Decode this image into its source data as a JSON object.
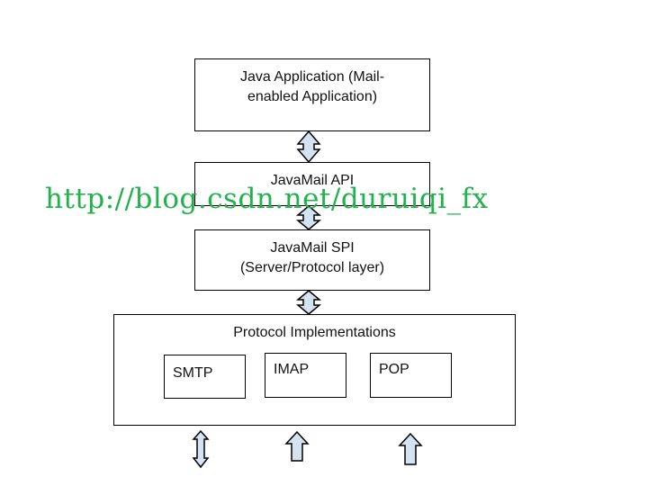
{
  "diagram": {
    "boxes": {
      "java_application": "Java Application (Mail-\nenabled Application)",
      "javamail_api": "JavaMail API",
      "javamail_spi": "JavaMail SPI\n(Server/Protocol layer)",
      "protocol_implementations": "Protocol Implementations"
    },
    "protocols": {
      "smtp": "SMTP",
      "imap": "IMAP",
      "pop": "POP"
    },
    "arrow_fill_color": "#d3e3f1",
    "arrows": [
      {
        "name": "app-api-arrow",
        "direction": "bidirectional"
      },
      {
        "name": "api-spi-arrow",
        "direction": "bidirectional"
      },
      {
        "name": "spi-impl-arrow",
        "direction": "bidirectional"
      },
      {
        "name": "smtp-arrow",
        "direction": "bidirectional"
      },
      {
        "name": "imap-arrow",
        "direction": "up"
      },
      {
        "name": "pop-arrow",
        "direction": "up"
      }
    ]
  },
  "watermark": {
    "text": "http://blog.csdn.net/duruiqi_fx",
    "color": "#22b14c"
  }
}
